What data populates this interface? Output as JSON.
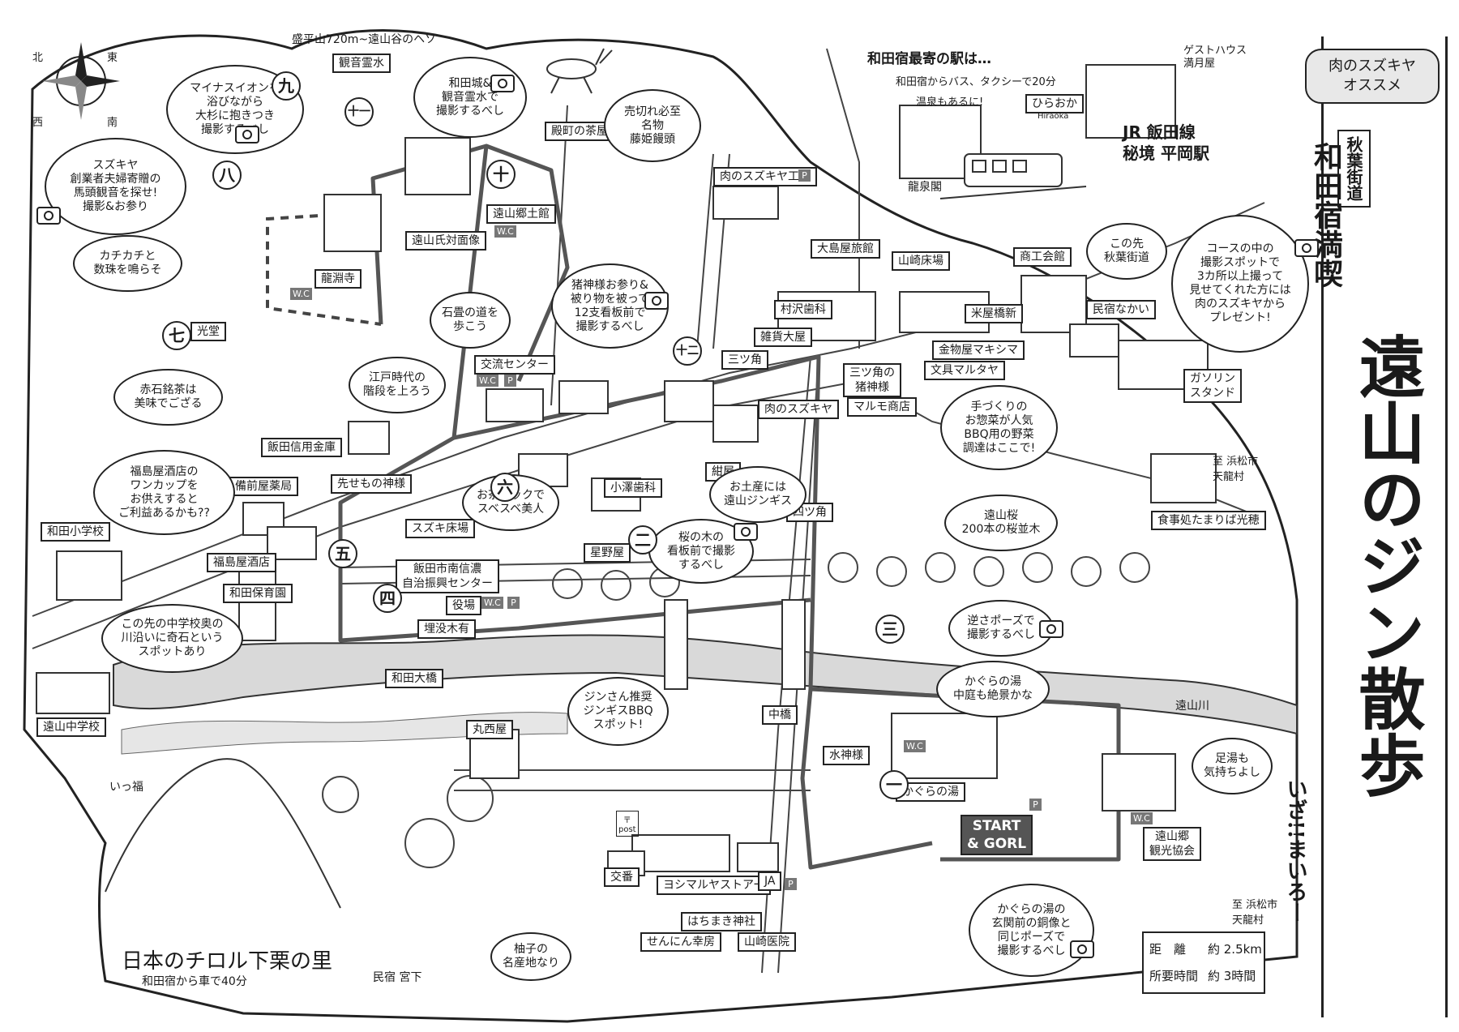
{
  "title": {
    "banner": "肉のスズキヤ\nオススメ",
    "road_tag": "秋葉街道",
    "sub": "和田宿満喫",
    "main": "遠山のジン散歩",
    "shout": "いざ!!まいろー"
  },
  "compass": {
    "north": "北",
    "east": "東",
    "south": "南",
    "west": "西"
  },
  "top_caption": "盛平山720m~遠山谷のヘソ",
  "labels": {
    "kannon_reisui": "観音霊水",
    "tonomachi_chaya": "殿町の茶屋",
    "niku_kojo": "肉のスズキヤ工場",
    "tooyama_kyodokan": "遠山郷土館",
    "taimenzo": "遠山氏対面像",
    "ryuenji": "龍淵寺",
    "komyodo": "光堂",
    "koryu_center": "交流センター",
    "iida_shinkin": "飯田信用金庫",
    "bizenya": "備前屋薬局",
    "sakimono": "先せもの神様",
    "suzuki_yuba": "スズキ床場",
    "wada_shogakko": "和田小学校",
    "fukushimaya": "福島屋酒店",
    "wada_hoikuen": "和田保育園",
    "iida_minami": "飯田市南信濃\n自治振興センター",
    "yakuba": "役場",
    "maibotsuboku": "埋没木有",
    "hoshinoya": "星野屋",
    "kozawa": "小澤歯科",
    "konya": "紺屋",
    "niku_suzukiya": "肉のスズキヤ",
    "yotsukado": "四ツ角",
    "mitsukado": "三ツ角",
    "mitsukado_inari": "三ツ角の\n猪神様",
    "bungu": "文具マルタヤ",
    "kanamono": "金物屋マキシマ",
    "marumo": "マルモ商店",
    "zakka_oshima": "雑貨大屋",
    "murasawa": "村沢歯科",
    "oshimaya_ryokan": "大島屋旅館",
    "yamazaki_yuba": "山崎床場",
    "shokokai": "商工会館",
    "yoneya": "米屋橋新",
    "minshuku_nakai": "民宿なかい",
    "gasoline": "ガソリン\nスタンド",
    "shokujidokoro": "食事処たまりば光穂",
    "wada_ohashi": "和田大橋",
    "tooyama_chugakko": "遠山中学校",
    "marunishi": "丸西屋",
    "nakahashi": "中橋",
    "suijinsama": "水神様",
    "kaguranoyu": "かぐらの湯",
    "tooyama_kanko": "遠山郷\n観光協会",
    "koban": "交番",
    "yoshimaru": "ヨシマルヤストアー",
    "ja": "JA",
    "hachimaki": "はちまき神社",
    "sennin": "せんにん幸房",
    "yamazaki_iin": "山崎医院",
    "tooyama_gawa": "遠山川",
    "itfuku": "いっ福",
    "minshuku_miyashita": "民宿 宮下",
    "to_hamamatsu_top": "至 浜松市\n天龍村",
    "to_hamamatsu_bottom": "至 浜松市\n天龍村",
    "ryusenkaku": "龍泉閣",
    "guesthouse": "ゲストハウス\n満月屋",
    "hiraoka_sign": "ひらおか",
    "hiraoka_roman": "Hiraoka",
    "hiraoka_station": "JR 飯田線\n秘境 平岡駅",
    "nearest_title": "和田宿最寄の駅は…",
    "nearest_sub": "和田宿からバス、タクシーで20分",
    "onsen": "温泉もあるに!",
    "start": "START\n& GORL",
    "tyrol_title": "日本のチロル下栗の里",
    "tyrol_sub": "和田宿から車で40分",
    "post": "〒\npost"
  },
  "bubbles": {
    "minus_ion": "マイナスイオンを\n浴びながら\n大杉に抱きつき\n撮影するべし",
    "wada_castle": "和田城&\n観音霊水で\n撮影するべし",
    "urikire": "売切れ必至\n名物\n藤姫饅頭",
    "suzukiya_founder": "スズキヤ\n創業者夫婦寄贈の\n馬頭観音を探せ!\n撮影&お参り",
    "kachikachi": "カチカチと\n数珠を鳴らそ",
    "akaishi": "赤石銘茶は\n美味でござる",
    "edo_steps": "江戸時代の\n階段を上ろう",
    "ishidatami": "石畳の道を\n歩こう",
    "inogami": "猪神様お参り&\n被り物を被って\n12支看板前で\n撮影するべし",
    "fukushimaya_cup": "福島屋酒店の\nワンカップを\nお供えすると\nご利益あるかも??",
    "ochapack": "お茶パックで\nスベスベ美人",
    "omiyage": "お土産には\n遠山ジンギス",
    "sakura_kanban": "桜の木の\n看板前で撮影\nするべし",
    "chugakko_oku": "この先の中学校奥の\n川沿いに奇石という\nスポットあり",
    "tezukuri": "手づくりの\nお惣菜が人気\nBBQ用の野菜\n調達はここで!",
    "konosaki": "この先\n秋葉街道",
    "present": "コースの中の\n撮影スポットで\n3カ所以上撮って\n見せてくれた方には\n肉のスズキヤから\nプレゼント!",
    "tooyama_zakura": "遠山桜\n200本の桜並木",
    "gyakuzori": "逆さポーズで\n撮影するべし",
    "kagura_niwa": "かぐらの湯\n中庭も絶景かな",
    "jinsan_bbq": "ジンさん推奨\nジンギスBBQ\nスポット!",
    "ashiyu": "足湯も\n気持ちよし",
    "dozo": "かぐらの湯の\n玄関前の銅像と\n同じポーズで\n撮影するべし",
    "yuzu": "柚子の\n名産地なり"
  },
  "spots": [
    "一",
    "二",
    "三",
    "四",
    "五",
    "六",
    "七",
    "八",
    "九",
    "十",
    "十一",
    "十二"
  ],
  "distance": {
    "dist_label": "距　離",
    "dist_value": "約 2.5km",
    "time_label": "所要時間",
    "time_value": "約 3時間"
  },
  "badges": {
    "wc": "W.C",
    "parking": "P"
  },
  "colors": {
    "ink": "#1a1a1a",
    "route": "#555555",
    "river": "#d9d9d9",
    "paper": "#ffffff"
  },
  "icons": [
    "camera-icon",
    "compass-rose-icon",
    "deer-icon",
    "train-icon",
    "tree-icon",
    "bus-stop-icon",
    "parking-icon"
  ]
}
